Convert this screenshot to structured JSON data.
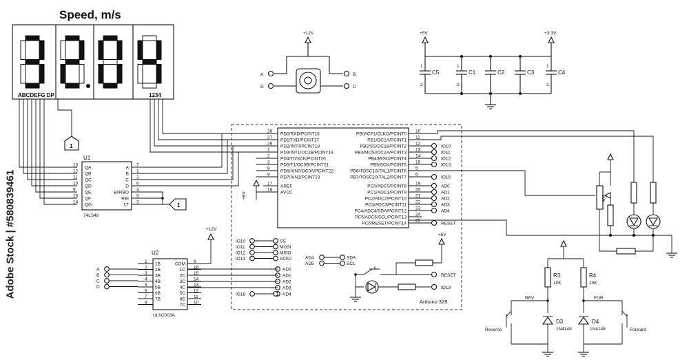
{
  "title": "Speed, m/s",
  "display": {
    "segment_label": "ABCDEFG DP",
    "digit_label": "1234",
    "digits": [
      "3",
      "2",
      "0",
      "4"
    ]
  },
  "supplies": {
    "motor": "+12V",
    "caps_5v": "+5V",
    "caps_3v3": "+3.3V",
    "uln": "+12V",
    "button": "+5V",
    "avcc": "+5V"
  },
  "motor_pins": [
    "A",
    "B",
    "D",
    "C"
  ],
  "capacitors": [
    "C5",
    "C1",
    "C2",
    "C3",
    "C4"
  ],
  "cap_pins": [
    "1",
    "2"
  ],
  "u1": {
    "ref": "U1",
    "part": "74LS48",
    "left_pins": [
      [
        "13",
        "QA"
      ],
      [
        "12",
        "QB"
      ],
      [
        "11",
        "QC"
      ],
      [
        "10",
        "QD"
      ],
      [
        "9",
        "QE"
      ],
      [
        "15",
        "QF"
      ],
      [
        "14",
        "QG"
      ]
    ],
    "right_pins": [
      [
        "A",
        "7"
      ],
      [
        "B",
        "1"
      ],
      [
        "C",
        "2"
      ],
      [
        "D",
        "6"
      ],
      [
        "BI/RBO",
        "4"
      ],
      [
        "RBI",
        "5"
      ],
      [
        "LT",
        "3"
      ]
    ]
  },
  "flag_label": "1",
  "u2": {
    "ref": "U2",
    "part": "ULN2003A",
    "inputs": [
      "A",
      "B",
      "C",
      "D"
    ],
    "left_pins": [
      [
        "1",
        "1B"
      ],
      [
        "2",
        "2B"
      ],
      [
        "3",
        "3B"
      ],
      [
        "4",
        "4B"
      ],
      [
        "5",
        "5B"
      ],
      [
        "6",
        "6B"
      ],
      [
        "7",
        "7B"
      ],
      [
        "8",
        ""
      ]
    ],
    "right_pins": [
      [
        "COM",
        "9"
      ],
      [
        "1C",
        "16"
      ],
      [
        "2C",
        "15"
      ],
      [
        "3C",
        "14"
      ],
      [
        "4C",
        "13"
      ],
      [
        "5C",
        "12"
      ],
      [
        "6C",
        "11"
      ],
      [
        "7C",
        "10"
      ]
    ]
  },
  "mcu": {
    "name": "Arduino 328",
    "left_pins": [
      [
        "26",
        "PD0/RXD/PCINT16"
      ],
      [
        "27",
        "PD1/TXD/PCINT17"
      ],
      [
        "28",
        "PD2/INT0/PCINT18"
      ],
      [
        "1",
        "PD3/INT1/OC2B/PCINT19"
      ],
      [
        "2",
        "PD4/T0/XCK/PCINT20"
      ],
      [
        "3",
        "PD5/T1/OC0B/PCINT21"
      ],
      [
        "8",
        "PD6/AIN0/OC0A/PCINT22"
      ],
      [
        "9",
        "PD7/AIN1/PCINT23"
      ]
    ],
    "left_pins_b": [
      [
        "17",
        "AREF"
      ],
      [
        "16",
        "AVCC"
      ]
    ],
    "right_pins": [
      [
        "PB0/ICP1/CLKO/PCINT0",
        "10",
        ""
      ],
      [
        "PB1/OC1A/PCINT1",
        "11",
        ""
      ],
      [
        "PB2/SS/OC1B/PCINT2",
        "12",
        "IO10"
      ],
      [
        "PB3/MOSI/OC2A/PCINT3",
        "13",
        "IO11"
      ],
      [
        "PB4/MISO/PCINT4",
        "14",
        "IO12"
      ],
      [
        "PB5/SCK/PCINT5",
        "15",
        "IO13"
      ],
      [
        "PB6/TOSC1/XTAL1/PCINT6",
        "5",
        ""
      ],
      [
        "PB7/TOSC2/XTAL2/PCINT7",
        "6",
        "IO15"
      ]
    ],
    "right_pins_b": [
      [
        "PC0/ADC0/PCINT8",
        "19",
        "AD0"
      ],
      [
        "PC1/ADC1/PCINT9",
        "20",
        "AD1"
      ],
      [
        "PC2/ADC2/PCINT10",
        "21",
        "AD2"
      ],
      [
        "PC3/ADC3/PCINT11",
        "22",
        "AD3"
      ],
      [
        "PC4/ADC4/SDA/PCINT12",
        "23",
        "AD4"
      ],
      [
        "PC5/ADC5/SCL/PCINT13",
        "24",
        ""
      ],
      [
        "PC6/RESET/PCINT14",
        "25",
        "RESET"
      ]
    ]
  },
  "links_left": [
    [
      "IO10",
      "SS"
    ],
    [
      "IO11",
      "MOSI"
    ],
    [
      "IO12",
      "MISO"
    ],
    [
      "IO13",
      "SCK0"
    ]
  ],
  "links_mid": [
    [
      "AD4",
      "SDA"
    ],
    [
      "AD5",
      "SCL"
    ]
  ],
  "links_ad": [
    "AD0",
    "AD1",
    "AD2",
    "AD3",
    "AD4"
  ],
  "link_io18": "IO18",
  "btn_terms": [
    "RESET",
    "IO13"
  ],
  "r3": {
    "ref": "R3",
    "value": "10K"
  },
  "r4": {
    "ref": "R4",
    "value": "10K"
  },
  "d3": {
    "ref": "D3",
    "part": "1N4148",
    "net": "REV",
    "switch": "Reverse"
  },
  "d4": {
    "ref": "D4",
    "part": "1N4148",
    "net": "FOR",
    "switch": "Forward"
  },
  "pot_value": "50k",
  "watermark": "Adobe Stock | #580839461"
}
